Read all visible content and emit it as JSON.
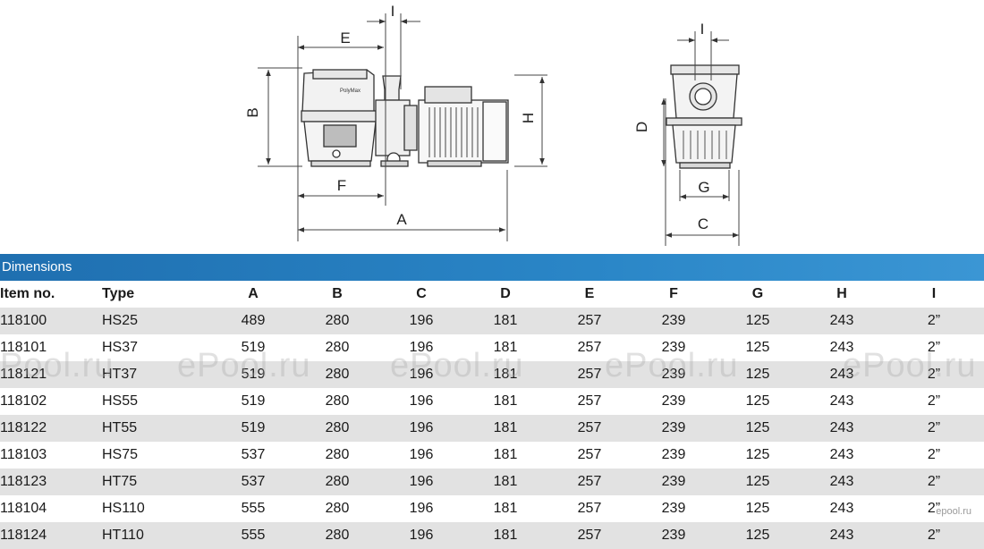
{
  "drawing": {
    "brand_plate": "PolyMax",
    "labels": {
      "A": "A",
      "B": "B",
      "C": "C",
      "D": "D",
      "E": "E",
      "F": "F",
      "G": "G",
      "H": "H",
      "I_side": "I",
      "I_front": "I"
    }
  },
  "table": {
    "title": "Dimensions",
    "columns": [
      "Item no.",
      "Type",
      "A",
      "B",
      "C",
      "D",
      "E",
      "F",
      "G",
      "H",
      "I"
    ],
    "rows": [
      [
        "118100",
        "HS25",
        "489",
        "280",
        "196",
        "181",
        "257",
        "239",
        "125",
        "243",
        "2”"
      ],
      [
        "118101",
        "HS37",
        "519",
        "280",
        "196",
        "181",
        "257",
        "239",
        "125",
        "243",
        "2”"
      ],
      [
        "118121",
        "HT37",
        "519",
        "280",
        "196",
        "181",
        "257",
        "239",
        "125",
        "243",
        "2”"
      ],
      [
        "118102",
        "HS55",
        "519",
        "280",
        "196",
        "181",
        "257",
        "239",
        "125",
        "243",
        "2”"
      ],
      [
        "118122",
        "HT55",
        "519",
        "280",
        "196",
        "181",
        "257",
        "239",
        "125",
        "243",
        "2”"
      ],
      [
        "118103",
        "HS75",
        "537",
        "280",
        "196",
        "181",
        "257",
        "239",
        "125",
        "243",
        "2”"
      ],
      [
        "118123",
        "HT75",
        "537",
        "280",
        "196",
        "181",
        "257",
        "239",
        "125",
        "243",
        "2”"
      ],
      [
        "118104",
        "HS110",
        "555",
        "280",
        "196",
        "181",
        "257",
        "239",
        "125",
        "243",
        "2”"
      ],
      [
        "118124",
        "HT110",
        "555",
        "280",
        "196",
        "181",
        "257",
        "239",
        "125",
        "243",
        "2”"
      ]
    ]
  },
  "watermark": [
    "Pool.ru",
    "ePool.ru",
    "ePool.ru",
    "ePool.ru",
    "ePool.ru"
  ],
  "corner_logo": "epool.ru",
  "colors": {
    "banner": "#2a86c7",
    "row_shade": "#e2e2e2"
  }
}
